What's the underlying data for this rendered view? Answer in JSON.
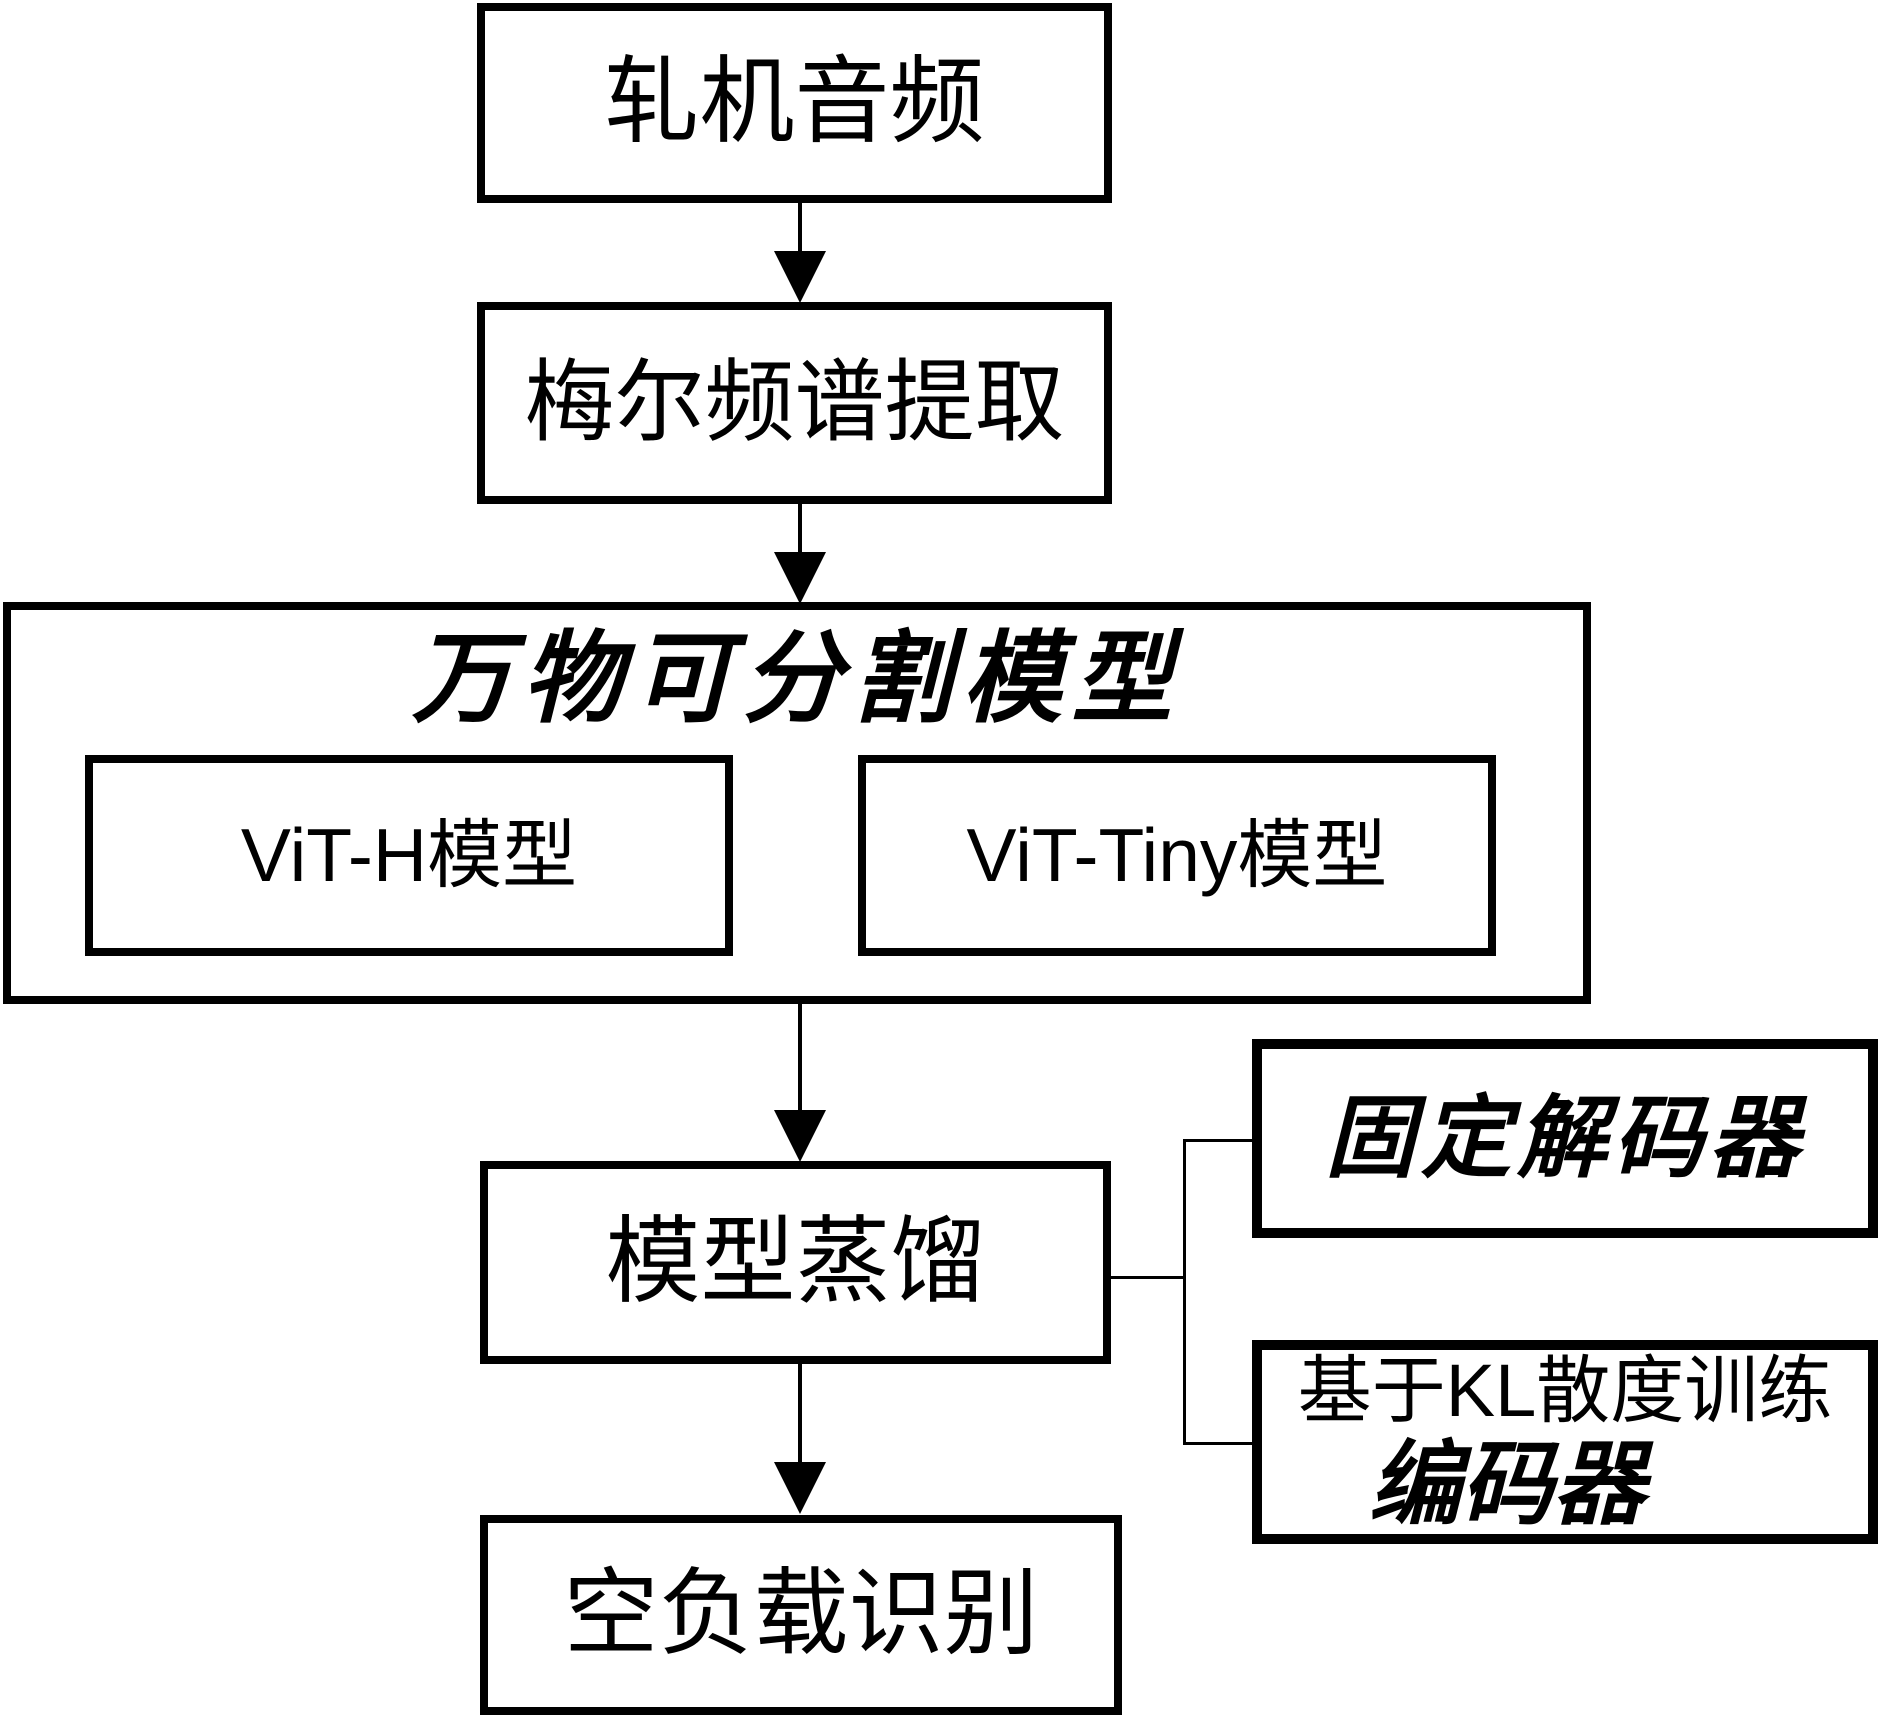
{
  "canvas": {
    "background": "#ffffff",
    "line_color": "#000000"
  },
  "nodes": {
    "audio": {
      "label": "轧机音频"
    },
    "mel": {
      "label": "梅尔频谱提取"
    },
    "sam": {
      "title": "万物可分割模型"
    },
    "vit_h": {
      "label": "ViT-H模型"
    },
    "vit_tiny": {
      "label": "ViT-Tiny模型"
    },
    "distill": {
      "label": "模型蒸馏"
    },
    "decoder": {
      "label": "固定解码器"
    },
    "kl": {
      "line1": "基于KL散度训练",
      "line2": "编码器"
    },
    "noload": {
      "label": "空负载识别"
    }
  }
}
